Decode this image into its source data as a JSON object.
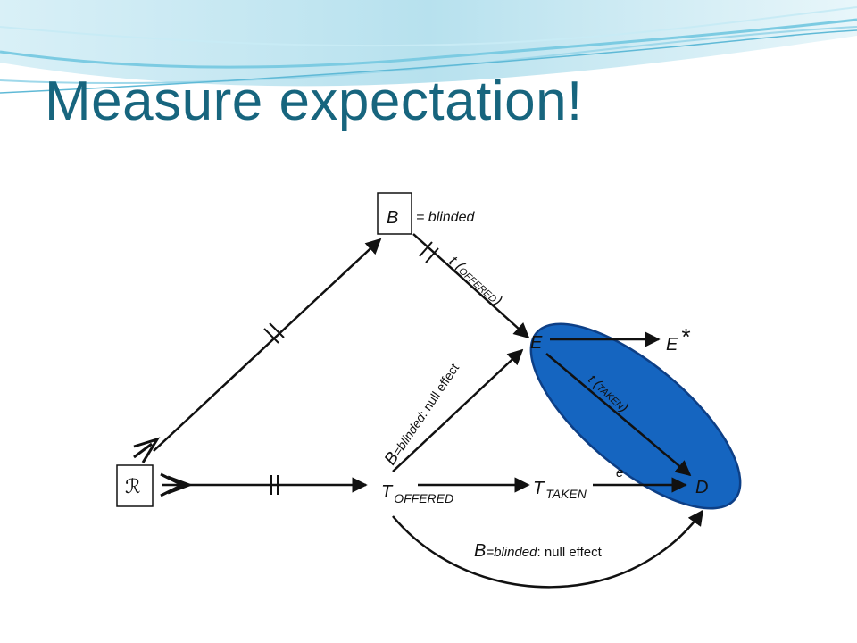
{
  "slide": {
    "title": "Measure expectation!"
  },
  "nodes": {
    "B": {
      "label": "B",
      "annotation": "= blinded"
    },
    "R": {
      "label": "ℛ"
    },
    "T_offered": {
      "label": "T",
      "sub": "OFFERED"
    },
    "T_taken": {
      "label": "T",
      "sub": "TAKEN"
    },
    "E": {
      "label": "E"
    },
    "E_star": {
      "label": "E",
      "sup": "*"
    },
    "D": {
      "label": "D"
    }
  },
  "edges": {
    "t_offered": {
      "pre": "t (",
      "sub": "OFFERED",
      "post": ")"
    },
    "t_taken": {
      "pre": "t (",
      "sub": "TAKEN",
      "post": ")"
    },
    "blinded_null_diag": {
      "big": "B",
      "rest": "=blinded",
      "tail": ": null effect"
    },
    "blinded_null_curve": {
      "big": "B",
      "rest": "=blinded",
      "tail": ": null effect"
    },
    "e": {
      "label": "e"
    }
  },
  "colors": {
    "title": "#17657e",
    "ellipse_fill": "#1565c0",
    "ellipse_stroke": "#0d3f86",
    "banner_light": "#bfe6f2",
    "banner_mid": "#6cc3dd"
  }
}
